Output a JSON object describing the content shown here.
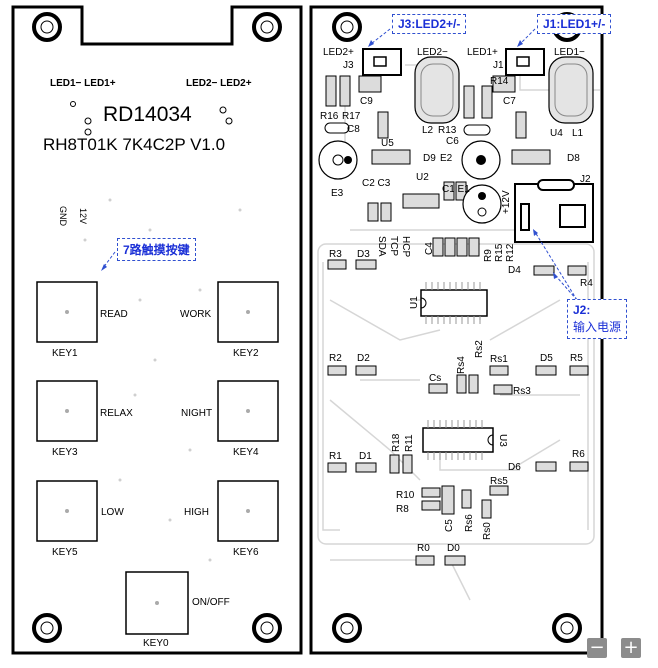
{
  "left_board": {
    "led_labels_left": "LED1−  LED1+",
    "led_labels_right": "LED2−  LED2+",
    "model": "RD14034",
    "version": "RH8T01K 7K4C2P V1.0",
    "power_pins": [
      "12V",
      "GND"
    ],
    "keys": [
      {
        "function": "READ",
        "key": "KEY1"
      },
      {
        "function": "WORK",
        "key": "KEY2"
      },
      {
        "function": "RELAX",
        "key": "KEY3"
      },
      {
        "function": "NIGHT",
        "key": "KEY4"
      },
      {
        "function": "LOW",
        "key": "KEY5"
      },
      {
        "function": "HIGH",
        "key": "KEY6"
      },
      {
        "function": "ON/OFF",
        "key": "KEY0"
      }
    ]
  },
  "callouts": {
    "touch_keys": "7路触摸按键",
    "j3": "J3:LED2+/-",
    "j1": "J1:LED1+/-",
    "j2_title": "J2:",
    "j2_desc": "输入电源"
  },
  "right_board": {
    "labels": {
      "led2m": "LED2−",
      "led1p": "LED1+",
      "led1m": "LED1−",
      "led2p": "LED2+",
      "j3": "J3",
      "j1": "J1",
      "j2": "J2",
      "r14": "R14",
      "r16": "R16",
      "r17": "R17",
      "c8": "C8",
      "c9": "C9",
      "c7": "C7",
      "l2": "L2",
      "r13": "R13",
      "c6": "C6",
      "u4": "U4",
      "l1": "L1",
      "u5": "U5",
      "d9": "D9",
      "e2": "E2",
      "d8": "D8",
      "e3": "E3",
      "c2c3": "C2 C3",
      "u2": "U2",
      "c1e1": "C1 E1",
      "v12": "+12V",
      "sda": "SDA",
      "tcp": "TCP",
      "hcp": "HCP",
      "c4": "C4",
      "r9": "R9",
      "r15": "R15",
      "r12": "R12",
      "r3": "R3",
      "d3": "D3",
      "d4": "D4",
      "r4": "R4",
      "u1": "U1",
      "r2": "R2",
      "d2": "D2",
      "rs4": "Rs4",
      "rs2": "Rs2",
      "rs1": "Rs1",
      "rs3": "Rs3",
      "d5": "D5",
      "r5": "R5",
      "cs": "Cs",
      "r1": "R1",
      "d1": "D1",
      "r18": "R18",
      "r11": "R11",
      "u3": "U3",
      "r6": "R6",
      "d6": "D6",
      "rs5": "Rs5",
      "r10": "R10",
      "r8": "R8",
      "c5": "C5",
      "rs6": "Rs6",
      "rs0": "Rs0",
      "r0": "R0",
      "d0": "D0"
    }
  },
  "zoom": {
    "minus": "−",
    "plus": "+"
  }
}
